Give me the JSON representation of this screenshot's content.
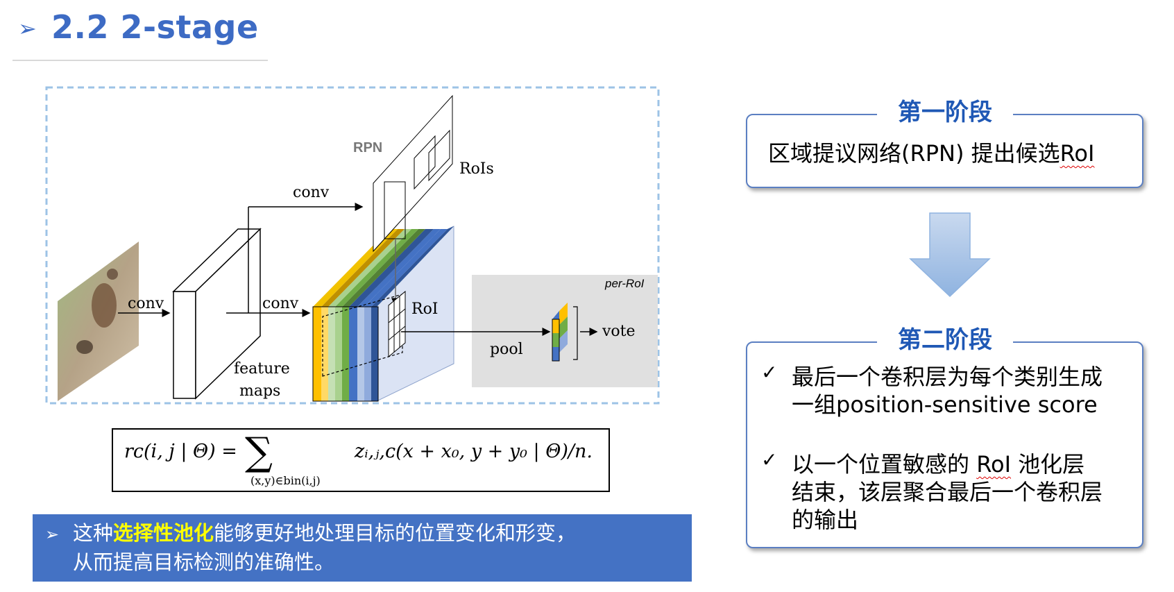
{
  "header": {
    "bullet": "➢",
    "title": "2.2 2-stage"
  },
  "figure": {
    "labels": {
      "rpn": "RPN",
      "rois": "RoIs",
      "conv_top": "conv",
      "conv_left": "conv",
      "conv_mid": "conv",
      "feature": "feature",
      "maps": "maps",
      "roi": "RoI",
      "per_roi": "per-RoI",
      "pool": "pool",
      "vote": "vote"
    },
    "colors": {
      "dashed_border": "#9dc3e6",
      "yellow": "#f2c200",
      "green": "#70ad47",
      "blue": "#4472c4",
      "panel": "#e0e0e0"
    }
  },
  "formula": {
    "lhs": "rᴄ(i, j | Θ) =",
    "sigma": "∑",
    "subscript": "(x,y)∈bin(i,j)",
    "rhs": "zᵢ,ⱼ,ᴄ(x + x₀, y + y₀ | Θ)/n."
  },
  "note": {
    "bullet": "➢",
    "line1_pre": "这种",
    "line1_highlight": "选择性池化",
    "line1_post": "能够更好地处理目标的位置变化和形变，",
    "line2": "从而提高目标检测的准确性。"
  },
  "stage1": {
    "label": "第一阶段",
    "text_pre": "区域提议网络(RPN) 提出候选",
    "text_roi": "RoI"
  },
  "stage2": {
    "label": "第二阶段",
    "check": "✓",
    "item1_line1": "最后一个卷积层为每个类别生成",
    "item1_line2": "一组position-sensitive score",
    "item2_line1_pre": "以一个位置敏感的 ",
    "item2_line1_roi": "RoI",
    "item2_line1_post": " 池化层",
    "item2_line2": "结束，该层聚合最后一个卷积层",
    "item2_line3": "的输出"
  }
}
